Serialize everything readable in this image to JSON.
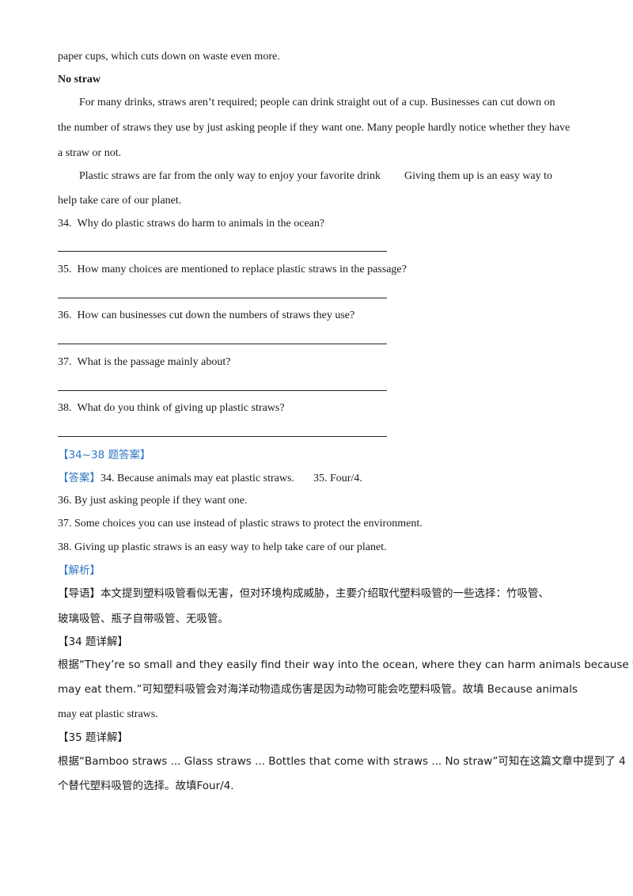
{
  "passage": {
    "line_top": "paper cups, which cuts down on waste even more.",
    "heading_no_straw": "No straw",
    "p1_l1": "For many drinks, straws aren’t required; people can drink straight out of a cup. Businesses can cut down on",
    "p1_l2": "the number of straws they use by just asking people if they want one. Many people hardly notice whether they have",
    "p1_l3": "a straw or not.",
    "p2_l1a": "Plastic straws are far from the only way to enjoy your favorite drink",
    "p2_l1b": "Giving them up is an easy way to",
    "p2_l2": "help take care of our planet."
  },
  "questions": [
    {
      "number": "34.",
      "text": "Why do plastic straws do harm to animals in the ocean?"
    },
    {
      "number": "35.",
      "text": "How many choices are mentioned to replace plastic straws in the passage?"
    },
    {
      "number": "36.",
      "text": "How can businesses cut down the numbers of straws they use?"
    },
    {
      "number": "37.",
      "text": "What is the passage mainly about?"
    },
    {
      "number": "38.",
      "text": "What do you think of giving up plastic straws?"
    }
  ],
  "answers": {
    "section_title": "【34~38 题答案】",
    "label": "【答案】",
    "a34": "34. Because animals may eat plastic straws.",
    "a35": "35. Four/4.",
    "a36": "36. By just asking people if they want one.",
    "a37": "37. Some choices you can use instead of plastic straws to protect the environment.",
    "a38": "38. Giving up plastic straws is an easy way to help take care of our planet."
  },
  "analysis": {
    "label": "【解析】",
    "guide_l1": "【导语】本文提到塑料吸管看似无害，但对环境构成威胁，主要介绍取代塑料吸管的一些选择：竹吸管、",
    "guide_l2": "玻璃吸管、瓶子自带吸管、无吸管。",
    "d34_title": "【34 题详解】",
    "d34_l1": "根据“They’re so small and they easily find their way into the ocean, where they can harm animals because they",
    "d34_l2": "may eat them.”可知塑料吸管会对海洋动物造成伤害是因为动物可能会吃塑料吸管。故填 Because animals",
    "d34_l3": "may eat plastic straws.",
    "d35_title": "【35 题详解】",
    "d35_l1": "根据“Bamboo straws ... Glass straws ... Bottles that come with straws ... No straw”可知在这篇文章中提到了 4",
    "d35_l2": "个替代塑料吸管的选择。故填Four/4."
  }
}
